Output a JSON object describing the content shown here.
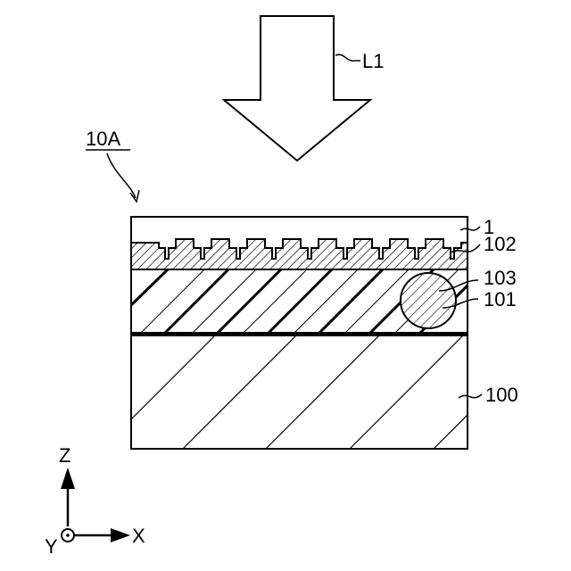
{
  "labels": {
    "incident_light": "L1",
    "device": "10A",
    "layer_top": "1",
    "layer_grating": "102",
    "particle_outer": "103",
    "particle_inner": "101",
    "substrate": "100"
  },
  "axes": {
    "z": "Z",
    "x": "X",
    "y": "Y"
  }
}
